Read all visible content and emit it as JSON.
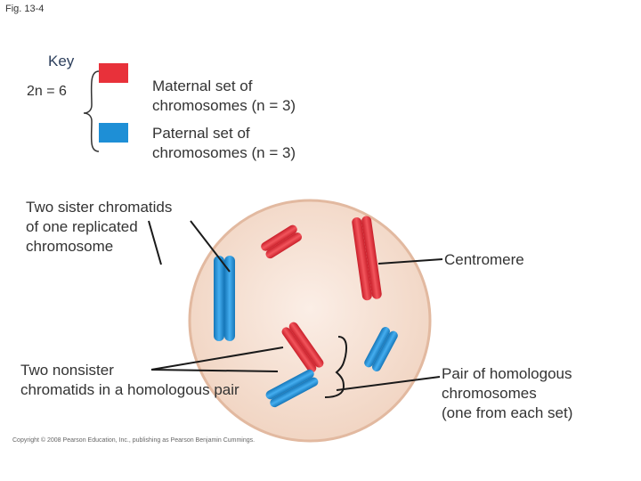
{
  "figure": {
    "label": "Fig. 13-4"
  },
  "key": {
    "title": "Key",
    "ploidy": "2n = 6",
    "maternal_line1": "Maternal set of",
    "maternal_line2": "chromosomes (n = 3)",
    "paternal_line1": "Paternal set of",
    "paternal_line2": "chromosomes (n = 3)"
  },
  "labels": {
    "sister_line1": "Two sister chromatids",
    "sister_line2": "of one replicated",
    "sister_line3": "chromosome",
    "centromere": "Centromere",
    "nonsister_line1": "Two nonsister",
    "nonsister_line2": "chromatids in a homologous pair",
    "pair_line1": "Pair of homologous",
    "pair_line2": "chromosomes",
    "pair_line3": "(one from each set)"
  },
  "copyright": "Copyright © 2008 Pearson Education, Inc., publishing as Pearson Benjamin Cummings.",
  "colors": {
    "maternal": "#e8313a",
    "paternal": "#1e8fd6",
    "cell_fill": "#f7e3d6",
    "cell_edge": "#d9a98c",
    "pointer": "#1a1a1a"
  }
}
